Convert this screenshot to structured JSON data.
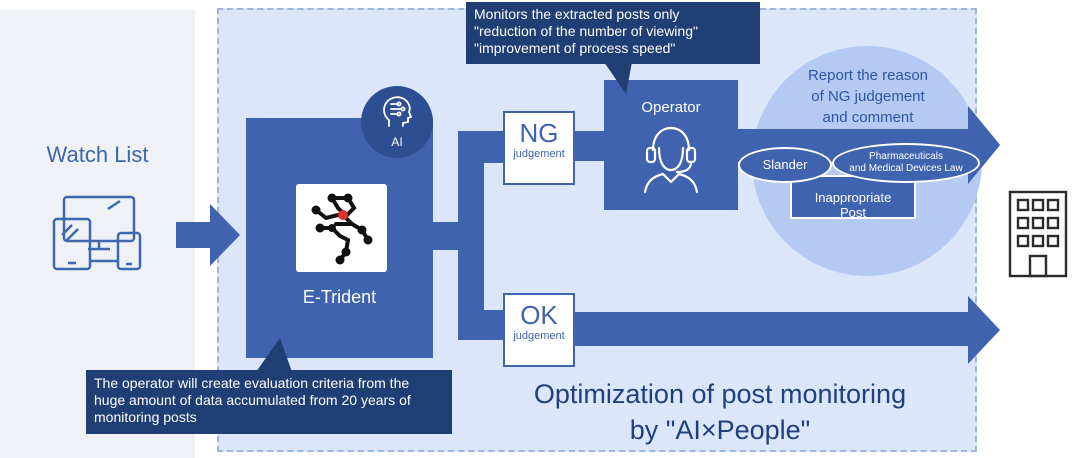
{
  "watch_list": {
    "title": "Watch List",
    "icon": "devices-icon"
  },
  "ai_badge": {
    "label": "AI",
    "icon": "ai-head-icon"
  },
  "engine": {
    "label": "E-Trident",
    "logo": "e-trident-logo"
  },
  "ng_judgement": {
    "big": "NG",
    "small": "judgement"
  },
  "ok_judgement": {
    "big": "OK",
    "small": "judgement"
  },
  "operator": {
    "label": "Operator",
    "icon": "operator-headset-icon"
  },
  "callout_top": {
    "lines": [
      "Monitors the extracted posts only",
      "\"reduction of the number of viewing\"",
      "\"improvement of process speed\""
    ]
  },
  "report": {
    "lines": [
      "Report the reason",
      "of NG judgement",
      "and comment"
    ]
  },
  "bubbles": {
    "slander": "Slander",
    "pharma_line1": "Pharmaceuticals",
    "pharma_line2": "and Medical Devices Law",
    "inappropriate_line1": "Inappropriate",
    "inappropriate_line2": "Post"
  },
  "callout_bottom": {
    "lines": [
      "The operator will create evaluation criteria from the",
      "huge amount of data accumulated from 20 years of",
      "monitoring posts"
    ]
  },
  "summary": {
    "line1": "Optimization of post monitoring",
    "line2": "by \"AI×People\""
  },
  "client": {
    "icon": "office-building-icon"
  },
  "colors": {
    "primary": "#3f63ae",
    "dark": "#1f3f74",
    "panel": "#dbe6fb",
    "circle": "#b4caf3",
    "text_blue": "#1f3f7f"
  }
}
